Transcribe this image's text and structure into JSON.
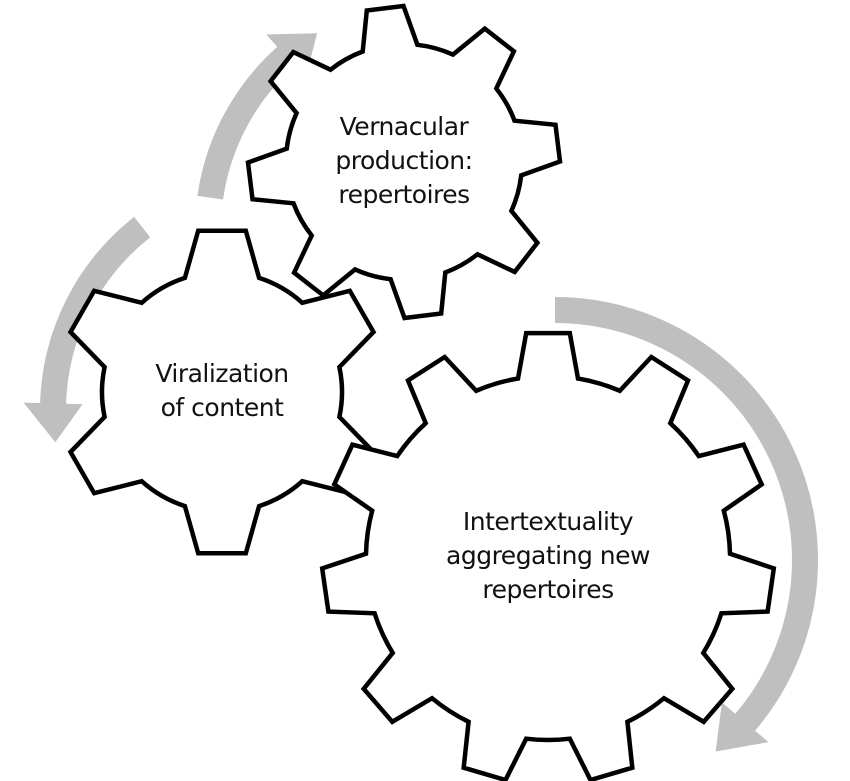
{
  "diagram": {
    "title": "",
    "gears": [
      {
        "id": "vernacular",
        "label_lines": [
          "Vernacular",
          "production:",
          "repertoires"
        ],
        "teeth": 8
      },
      {
        "id": "viralization",
        "label_lines": [
          "Viralization",
          "of content"
        ],
        "teeth": 6
      },
      {
        "id": "intertextuality",
        "label_lines": [
          "Intertextuality",
          "aggregating new",
          "repertoires"
        ],
        "teeth": 11
      }
    ],
    "arrows": [
      {
        "id": "arrow-to-vernacular",
        "direction": "clockwise-up"
      },
      {
        "id": "arrow-to-viralization",
        "direction": "counterclockwise-down"
      },
      {
        "id": "arrow-to-intertextuality",
        "direction": "clockwise-down"
      }
    ],
    "colors": {
      "gear_stroke": "#000000",
      "gear_fill": "#ffffff",
      "arrow": "#BFBFBF",
      "text": "#111111"
    }
  }
}
